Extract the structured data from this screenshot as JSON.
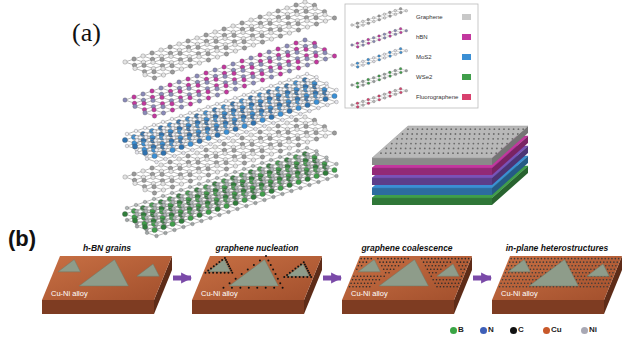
{
  "diagram": {
    "nodes": [
      {
        "text": [
          "h-BN grains",
          "Cu-Ni alloy"
        ]
      },
      {
        "text": [
          "graphene nucleation",
          "Cu-Ni alloy"
        ]
      },
      {
        "text": [
          "graphene coalescence",
          "Cu-Ni alloy"
        ]
      },
      {
        "text": [
          "in-plane heterostructures",
          "Cu-Ni alloy"
        ]
      }
    ],
    "edges": [
      {
        "from": 0,
        "to": 1,
        "arrow": "to"
      },
      {
        "from": 1,
        "to": 2,
        "arrow": "to"
      },
      {
        "from": 2,
        "to": 3,
        "arrow": "to"
      }
    ],
    "labels": [
      "(a)",
      "(b)"
    ],
    "legend": [
      {
        "text": "Graphene",
        "color": "#c8c8c8"
      },
      {
        "text": "hBN",
        "color": "#c2379e"
      },
      {
        "text": "MoS2",
        "color": "#3b8fd4"
      },
      {
        "text": "WSe2",
        "color": "#3f9e4a"
      },
      {
        "text": "Fluorographene",
        "color": "#d8406e"
      },
      {
        "text": "B",
        "color": "#3aa545"
      },
      {
        "text": "N",
        "color": "#3e5fb8"
      },
      {
        "text": "C",
        "color": "#111111"
      },
      {
        "text": "Cu",
        "color": "#c8582a"
      },
      {
        "text": "Ni",
        "color": "#a8a8b4"
      }
    ]
  }
}
